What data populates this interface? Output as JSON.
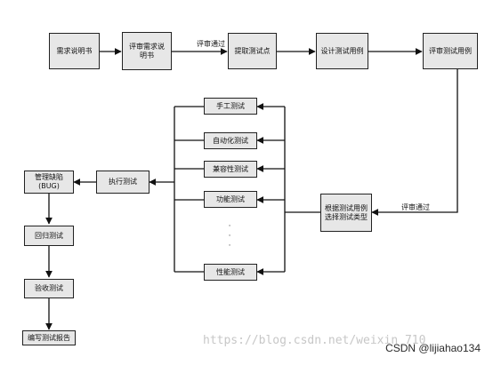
{
  "nodes": {
    "requirements_doc": "需求说明书",
    "review_requirements": "评审需求说明书",
    "extract_test_points": "提取测试点",
    "design_test_cases": "设计测试用例",
    "review_test_cases": "评审测试用例",
    "choose_test_type": "根据测试用例选择测试类型",
    "manual_test": "手工测试",
    "automation_test": "自动化测试",
    "compatibility_test": "兼容性测试",
    "functional_test": "功能测试",
    "performance_test": "性能测试",
    "execute_test": "执行测试",
    "manage_defects": "管理缺陷(BUG)",
    "regression_test": "回归测试",
    "acceptance_test": "验收测试",
    "write_report": "编写测试报告"
  },
  "edge_labels": {
    "review_pass_top": "评审通过",
    "review_pass_right": "评审通过"
  },
  "ellipsis": "·\n·\n·",
  "watermark": "https://blog.csdn.net/weixin_710",
  "credit": "CSDN @lijiahao134"
}
